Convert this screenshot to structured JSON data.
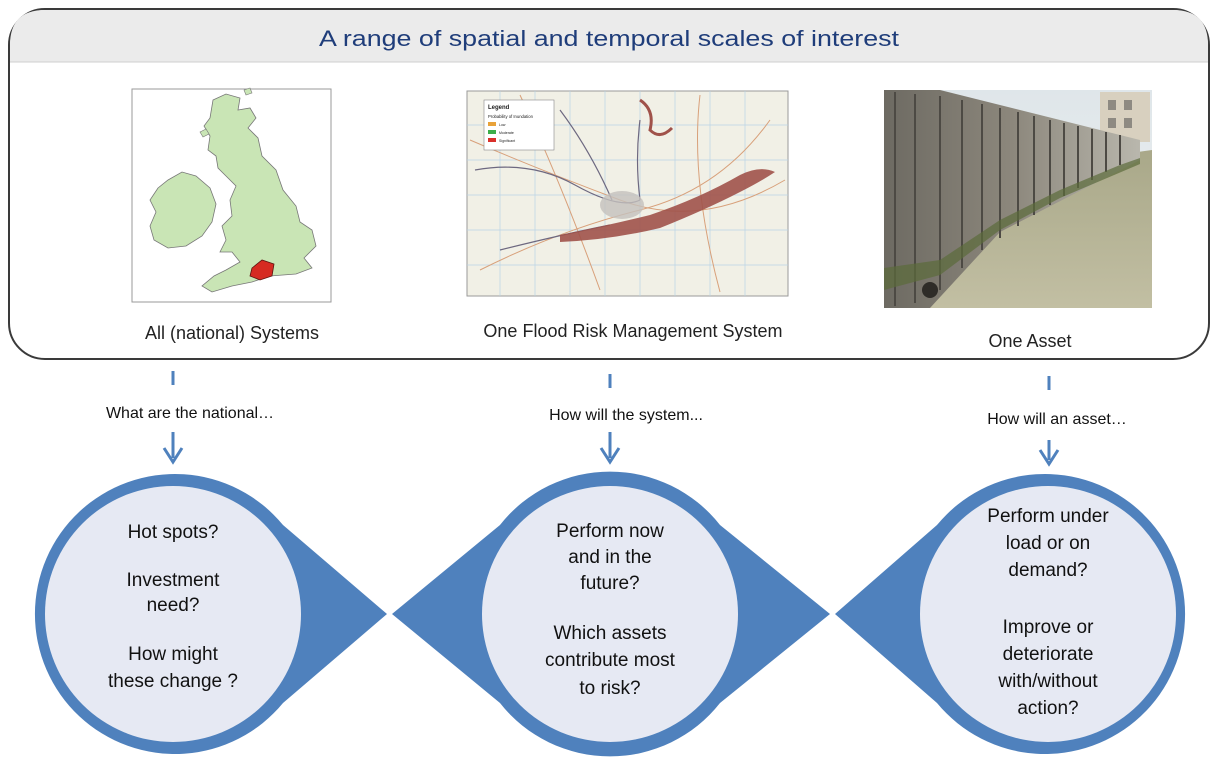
{
  "header": {
    "title": "A range of spatial and temporal scales of interest"
  },
  "panels": [
    {
      "caption": "All (national) Systems",
      "question": "What are the national…",
      "bubble_lines": [
        "Hot spots?",
        "Investment",
        "need?",
        "How might",
        "these change ?"
      ]
    },
    {
      "caption": "One Flood Risk Management System",
      "question": "How will  the system...",
      "bubble_lines": [
        "Perform now",
        "and in the",
        "future?",
        "Which assets",
        "contribute most",
        "to risk?"
      ]
    },
    {
      "caption": "One Asset",
      "question": "How will an asset…",
      "bubble_lines": [
        "Perform  under",
        "load or on",
        "demand?",
        "Improve or",
        "deteriorate",
        "with/without",
        "action?"
      ]
    }
  ],
  "map_legend": {
    "title": "Legend",
    "subtitle": "Probability of Inundation",
    "items": [
      {
        "label": "Low",
        "color": "#e8a23a"
      },
      {
        "label": "Moderate",
        "color": "#3cae4a"
      },
      {
        "label": "Significant",
        "color": "#d9302a"
      }
    ]
  },
  "colors": {
    "accent_blue": "#4f81bd",
    "bubble_fill": "#e6e9f3",
    "header_fill": "#ebebeb",
    "title_text": "#1f3d7a",
    "land_green": "#c9e5b5",
    "hotspot_red": "#d62b22"
  }
}
